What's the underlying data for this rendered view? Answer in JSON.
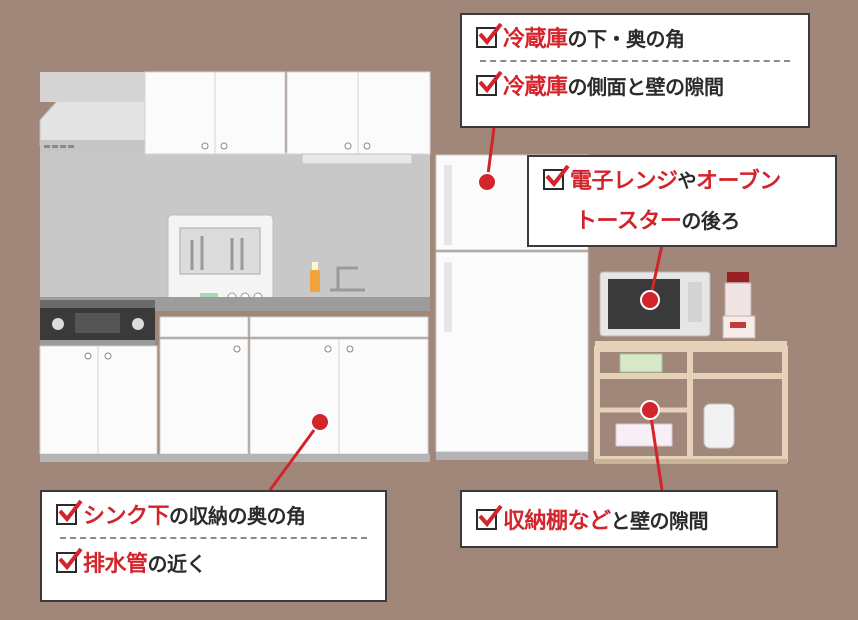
{
  "colors": {
    "background": "#a0877a",
    "accent_red": "#d3232b",
    "text_dark": "#2b2b2b",
    "cabinet_white": "#fbfbfb",
    "wall_gray": "#c8c8c8",
    "wood": "#e5d2b8"
  },
  "callouts": {
    "fridge_top": {
      "line1": {
        "red": "冷蔵庫",
        "rest": "の下・奥の角"
      },
      "line2": {
        "red": "冷蔵庫",
        "rest": "の側面と壁の隙間"
      }
    },
    "microwave": {
      "line1": {
        "red1": "電子レンジ",
        "mid": "や",
        "red2": "オーブン"
      },
      "line2": {
        "red": "トースター",
        "rest": "の後ろ"
      }
    },
    "sink": {
      "line1": {
        "red": "シンク下",
        "rest": "の収納の奥の角"
      },
      "line2": {
        "red": "排水管",
        "rest": "の近く"
      }
    },
    "shelf": {
      "line1": {
        "red": "収納棚など",
        "rest": "と壁の隙間"
      }
    }
  },
  "icons": [
    "checkbox-icon",
    "checkmark-icon",
    "pointer-dot-icon"
  ]
}
